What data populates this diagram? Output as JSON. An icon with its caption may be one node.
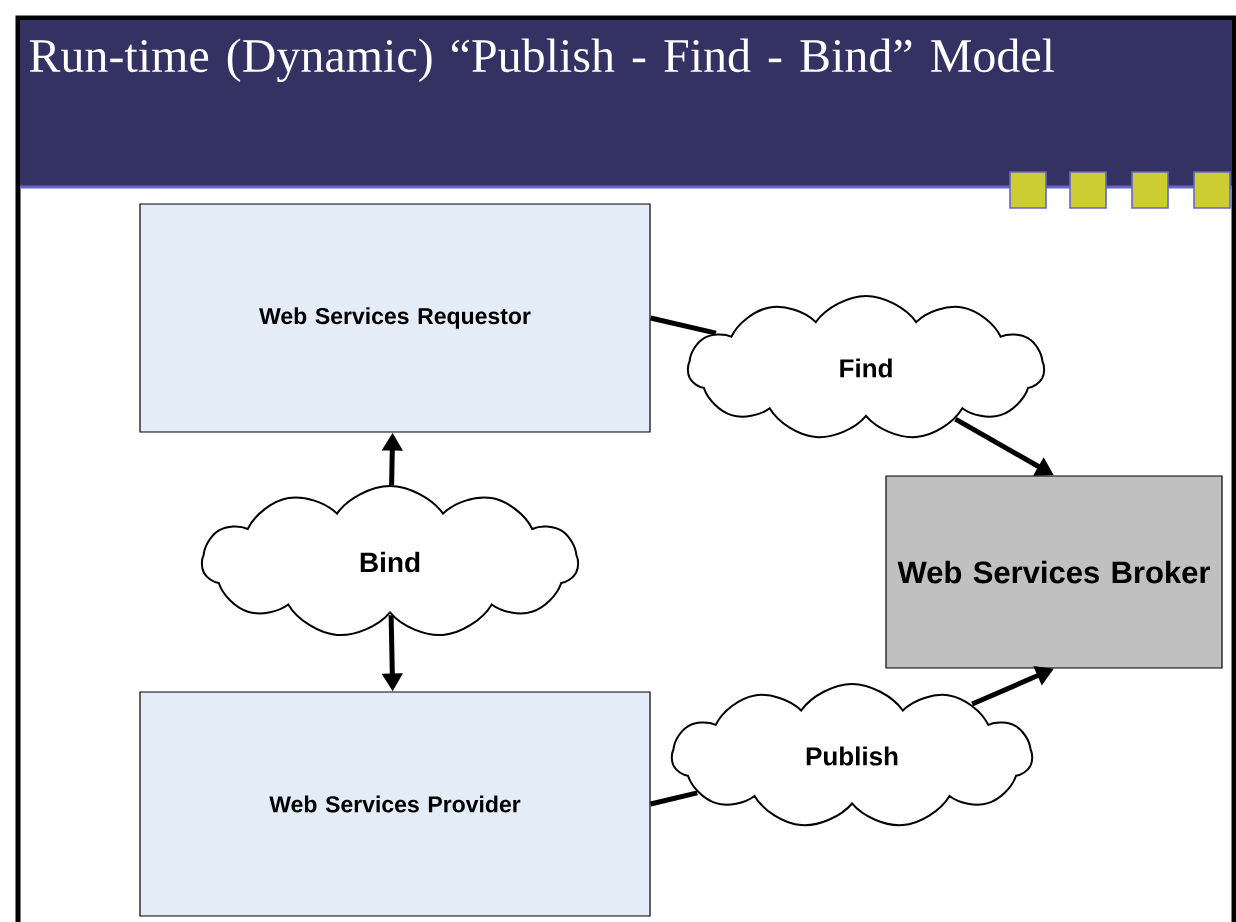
{
  "diagram": {
    "title": "Run-time (Dynamic) “Publish - Find - Bind” Model",
    "nodes": [
      {
        "text": [
          "Web Services Requestor"
        ]
      },
      {
        "text": [
          "Find"
        ]
      },
      {
        "text": [
          "Web Services Broker"
        ]
      },
      {
        "text": [
          "Bind"
        ]
      },
      {
        "text": [
          "Web Services Provider"
        ]
      },
      {
        "text": [
          "Publish"
        ]
      }
    ],
    "edges": [
      {
        "from": 0,
        "to": 1,
        "arrow": "none"
      },
      {
        "from": 1,
        "to": 2,
        "arrow": "to"
      },
      {
        "from": 3,
        "to": 0,
        "arrow": "to"
      },
      {
        "from": 3,
        "to": 4,
        "arrow": "to"
      },
      {
        "from": 4,
        "to": 5,
        "arrow": "none"
      },
      {
        "from": 5,
        "to": 2,
        "arrow": "to"
      }
    ]
  }
}
